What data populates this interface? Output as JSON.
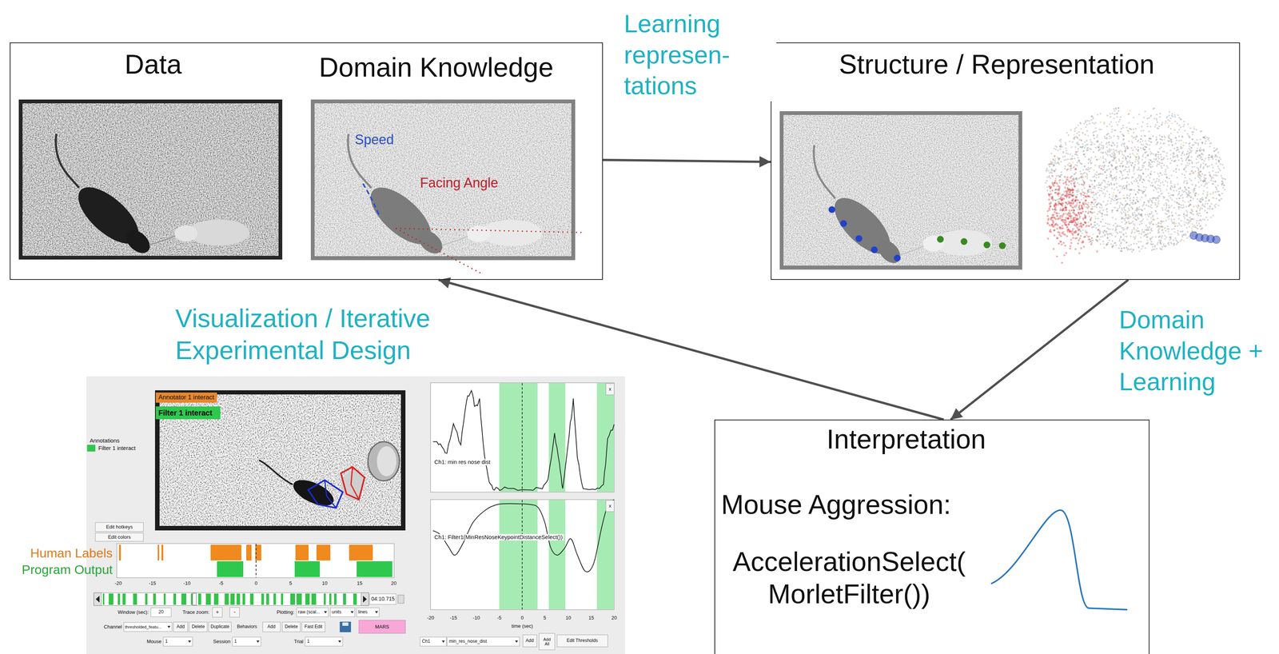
{
  "diagram": {
    "nodes": [
      {
        "text": [
          "Data",
          "Domain Knowledge"
        ]
      },
      {
        "text": [
          "Structure / Representation"
        ]
      },
      {
        "text": [
          "Interpretation",
          "Mouse Aggression:",
          "AccelerationSelect( MorletFilter())"
        ]
      }
    ],
    "edges": [
      {
        "from": 0,
        "to": 1,
        "arrow": "to",
        "label": "Learning represen- tations"
      },
      {
        "from": 1,
        "to": 2,
        "arrow": "to",
        "label": "Domain Knowledge + Learning"
      },
      {
        "from": 2,
        "to": 0,
        "arrow": "to",
        "label": "Visualization / Iterative Experimental Design"
      }
    ],
    "labels": [
      "Speed",
      "Facing Angle",
      "Annotator 1 interact",
      "Filter 1 interact",
      "Annotations",
      "Filter 1 interact",
      "Edit hotkeys",
      "Edit colors",
      "Human Labels",
      "Program Output",
      "-20",
      "-15",
      "-10",
      "-5",
      "0",
      "5",
      "10",
      "15",
      "20",
      "04:10.715",
      "Window (sec):",
      "20",
      "Trace zoom:",
      "+",
      "-",
      "Plotting:",
      "raw (scal...",
      "units",
      "lines",
      "Channel",
      "thresholded_featu...",
      "Add",
      "Delete",
      "Duplicate",
      "Behaviors",
      "Add",
      "Delete",
      "Fast Edit",
      "MARS",
      "Mouse",
      "1",
      "Session",
      "1",
      "Trial",
      "1",
      "x",
      "Ch1: min res nose dist",
      "x",
      "Ch1: Filter1(MinResNoseKeypointDistanceSelect())",
      "-20",
      "-15",
      "-10",
      "-5",
      "0",
      "5",
      "10",
      "15",
      "20",
      "time (sec)",
      "Ch1",
      "min_res_nose_dist",
      "Add",
      "Add All",
      "Edit Thresholds"
    ]
  }
}
